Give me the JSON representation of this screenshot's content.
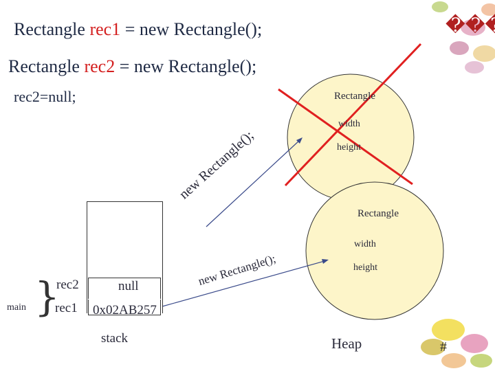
{
  "code": {
    "line1_prefix": "Rectangle ",
    "line1_var": "rec1",
    "line1_suffix": " = new Rectangle();",
    "line2_prefix": "Rectangle ",
    "line2_var": "rec2",
    "line2_suffix": " = new Rectangle();",
    "line3": "rec2=null;"
  },
  "corner_text": "���",
  "heap_objects": [
    {
      "class_label": "Rectangle",
      "field1": "width",
      "field2": "height",
      "crossed_out": true
    },
    {
      "class_label": "Rectangle",
      "field1": "width",
      "field2": "height",
      "crossed_out": false
    }
  ],
  "arrow_labels": [
    "new Rectangle();",
    "new Rectangle();"
  ],
  "stack": {
    "scope_label": "main",
    "rows": [
      {
        "name": "rec2",
        "value": "null"
      },
      {
        "name": "rec1",
        "value": "0x02AB257"
      }
    ],
    "caption": "stack"
  },
  "heap_caption": "Heap",
  "slide_number": "#",
  "colors": {
    "highlight": "#d42020",
    "circle_fill": "#fdf5c9",
    "cross": "#e02020"
  }
}
